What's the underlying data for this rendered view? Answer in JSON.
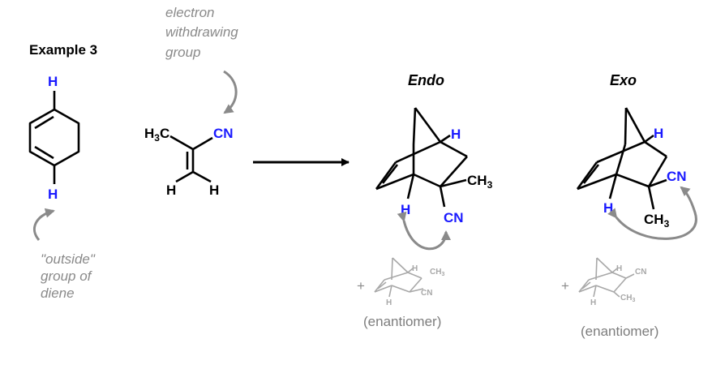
{
  "title": "Example 3",
  "colors": {
    "emphasis_atom": "#1a1aff",
    "bond": "#000000",
    "annotation": "#8a8a8a",
    "faded_structure": "#a8a8a8"
  },
  "diene": {
    "top_h": "H",
    "bottom_h": "H"
  },
  "dienophile": {
    "h3c_a": "H",
    "h3c_b": "3",
    "h3c_c": "C",
    "cn": "CN",
    "h_left": "H",
    "h_right": "H"
  },
  "notes": {
    "ewg": [
      "electron",
      "withdrawing",
      "group"
    ],
    "outside_group": [
      "\"outside\"",
      "group of",
      "diene"
    ]
  },
  "products": {
    "endo": {
      "header": "Endo",
      "h_top": "H",
      "ch3_a": "CH",
      "ch3_b": "3",
      "h_bottom": "H",
      "cn": "CN",
      "plus": "+",
      "enantiomer_h": "H",
      "enantiomer_ch3_a": "CH",
      "enantiomer_ch3_b": "3",
      "enantiomer_cn": "CN",
      "enantiomer_h_bottom": "H",
      "enantiomer_label": "(enantiomer)"
    },
    "exo": {
      "header": "Exo",
      "h_top": "H",
      "cn": "CN",
      "h_bottom": "H",
      "ch3_a": "CH",
      "ch3_b": "3",
      "plus": "+",
      "enantiomer_h": "H",
      "enantiomer_cn": "CN",
      "enantiomer_ch3_a": "CH",
      "enantiomer_ch3_b": "3",
      "enantiomer_h_bottom": "H",
      "enantiomer_label": "(enantiomer)"
    }
  }
}
